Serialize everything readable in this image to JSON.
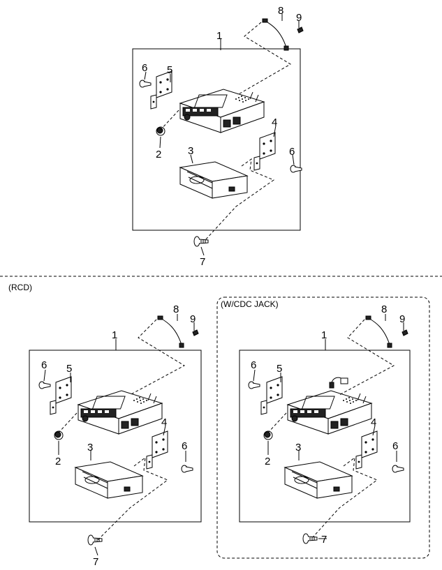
{
  "sections": {
    "top": {
      "callouts": {
        "c1": "1",
        "c2": "2",
        "c3": "3",
        "c4": "4",
        "c5": "5",
        "c6a": "6",
        "c6b": "6",
        "c7": "7",
        "c8": "8",
        "c9": "9"
      }
    },
    "rcd": {
      "title": "(RCD)",
      "callouts": {
        "c1": "1",
        "c2": "2",
        "c3": "3",
        "c4": "4",
        "c5": "5",
        "c6a": "6",
        "c6b": "6",
        "c7": "7",
        "c8": "8",
        "c9": "9"
      }
    },
    "cdc": {
      "title": "(W/CDC JACK)",
      "callouts": {
        "c1": "1",
        "c2": "2",
        "c3": "3",
        "c4": "4",
        "c5": "5",
        "c6a": "6",
        "c6b": "6",
        "c7": "7",
        "c8": "8",
        "c9": "9"
      }
    }
  }
}
